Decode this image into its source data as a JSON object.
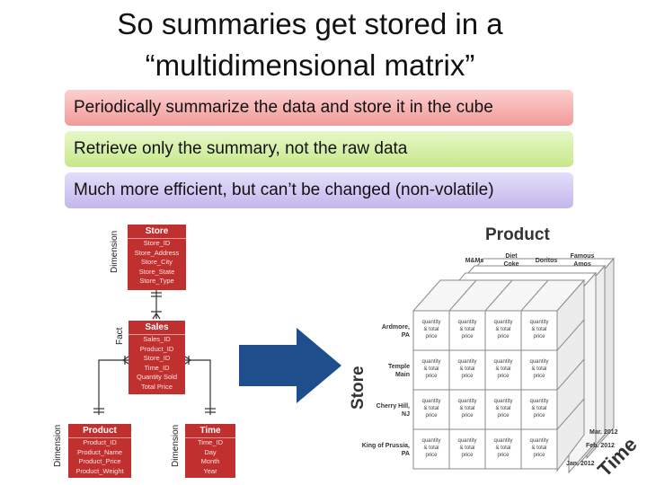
{
  "slide": {
    "title_line1": "So summaries get stored in a",
    "title_line2": "“multidimensional matrix”",
    "bullets": [
      "Periodically summarize the data and store it in the cube",
      "Retrieve only the summary, not the raw data",
      "Much more efficient, but can’t be changed (non-volatile)"
    ]
  },
  "schema": {
    "entity_color": "#c0302f",
    "store": {
      "title": "Store",
      "role": "Dimension",
      "fields": [
        "Store_ID",
        "Store_Address",
        "Store_City",
        "Store_State",
        "Store_Type"
      ]
    },
    "sales": {
      "title": "Sales",
      "role": "Fact",
      "fields": [
        "Sales_ID",
        "Product_ID",
        "Store_ID",
        "Time_ID",
        "Quantity Sold",
        "Total Price"
      ]
    },
    "product": {
      "title": "Product",
      "role": "Dimension",
      "fields": [
        "Product_ID",
        "Product_Name",
        "Product_Price",
        "Product_Weight"
      ]
    },
    "time": {
      "title": "Time",
      "role": "Dimension",
      "fields": [
        "Time_ID",
        "Day",
        "Month",
        "Year"
      ]
    }
  },
  "arrow_color": "#1f4e8c",
  "cube": {
    "product_axis": "Product",
    "store_axis": "Store",
    "time_axis": "Time",
    "products": [
      "M&Ms",
      "Diet Coke",
      "Doritos",
      "Famous Amos"
    ],
    "stores": [
      "Ardmore, PA",
      "Temple Main",
      "Cherry Hill, NJ",
      "King of Prussia, PA"
    ],
    "months": [
      "Mar. 2012",
      "Feb. 2012",
      "Jan. 2012"
    ],
    "cell_line1": "quantity",
    "cell_line2": "& total",
    "cell_line3": "price"
  }
}
